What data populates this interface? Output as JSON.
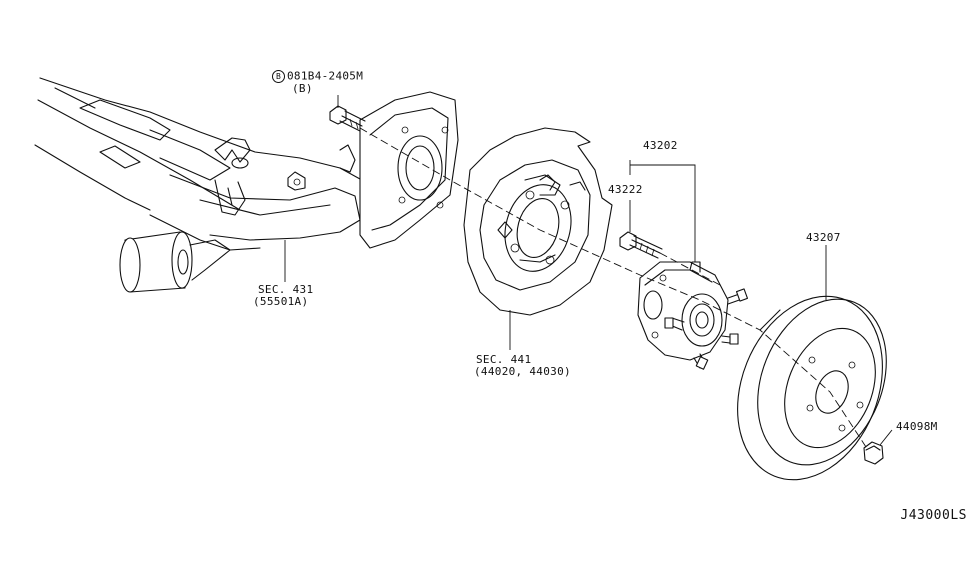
{
  "labels": {
    "bolt_marker": "B",
    "bolt_part": "081B4-2405M",
    "bolt_qty": "(B)",
    "hub_assembly": "43202",
    "hub_bolt": "43222",
    "rotor": "43207",
    "nut": "44098M",
    "axle_sec": "SEC. 431",
    "axle_sub": "(55501A)",
    "plate_sec": "SEC. 441",
    "plate_sub": "(44020, 44030)"
  },
  "diagram_code": "J43000LS",
  "colors": {
    "ink": "#111111",
    "background": "#ffffff"
  }
}
